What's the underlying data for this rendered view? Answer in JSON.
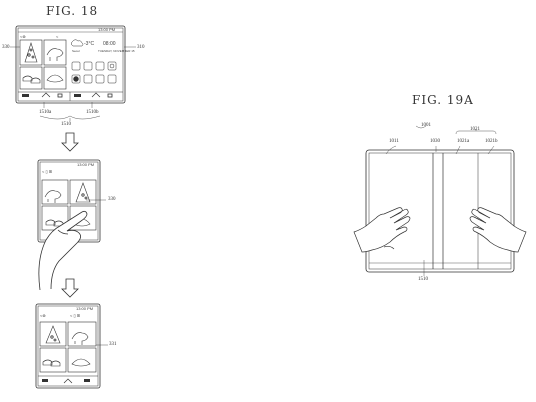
{
  "fig18": {
    "title": "FIG. 18",
    "ref_left": "330",
    "ref_right": "310",
    "ref_1510a": "1510a",
    "ref_1510b": "1510b",
    "ref_1510": "1510",
    "ref_330": "330",
    "ref_331": "331",
    "phone_top": {
      "status": "13:00 PM",
      "temp": "-3°C",
      "time": "08:00",
      "city": "Seoul",
      "date": "TUESDAY, NOVEMBER 15"
    },
    "phone_mid": {
      "status": "13:00 PM"
    },
    "phone_bottom": {
      "status": "13:00 PM"
    }
  },
  "fig19a": {
    "title": "FIG. 19A",
    "ref_1001": "1001",
    "ref_1011": "1011",
    "ref_1030": "1030",
    "ref_1021": "1021",
    "ref_1021a": "1021a",
    "ref_1021b": "1021b",
    "ref_1510": "1510"
  }
}
